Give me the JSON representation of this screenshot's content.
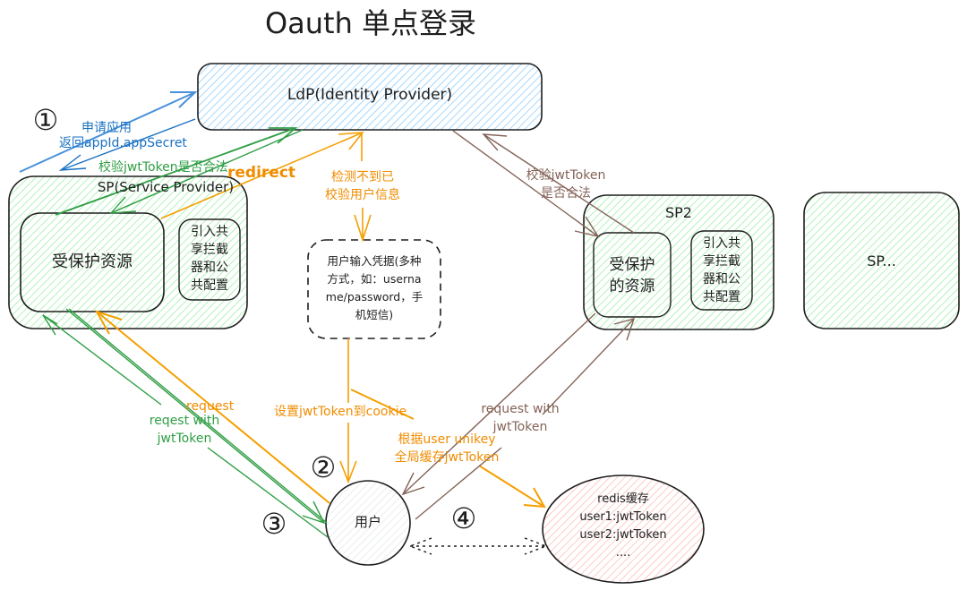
{
  "title": "Oauth 单点登录",
  "colors": {
    "idp_fill": "#a5d8ff",
    "sp_fill": "#b2f2bb",
    "redis_fill": "#ffc9c9",
    "user_fill": "#e9ecef",
    "blue": "#1971c2",
    "green": "#2f9e44",
    "orange": "#f08c00",
    "brown": "#846358",
    "stroke": "#1e1e1e"
  },
  "nodes": {
    "idp": {
      "label": "LdP(Identity Provider)"
    },
    "sp1": {
      "label": "SP(Service Provider)",
      "resource": "受保护资源",
      "interceptor": [
        "引入共",
        "享拦截",
        "器和公",
        "共配置"
      ]
    },
    "sp2": {
      "label": "SP2",
      "resource": [
        "受保护",
        "的资源"
      ],
      "interceptor": [
        "引入共",
        "享拦截",
        "器和公",
        "共配置"
      ]
    },
    "sp_more": {
      "label": "SP..."
    },
    "credentials": {
      "lines": [
        "用户输入凭据(多种",
        "方式，如：userna",
        "me/password，手",
        "机短信)"
      ]
    },
    "user": {
      "label": "用户"
    },
    "redis": {
      "lines": [
        "redis缓存",
        "user1:jwtToken",
        "user2:jwtToken",
        "...."
      ]
    }
  },
  "steps": [
    "①",
    "②",
    "③",
    "④"
  ],
  "edge_labels": {
    "apply": "申请应用",
    "return_app": "返回appId,appSecret",
    "verify_sp1": "校验jwtToken是否合法",
    "redirect": "redirect",
    "not_verified": [
      "检测不到已",
      "校验用户信息"
    ],
    "verify_sp2": [
      "校验jwtToken",
      "是否合法"
    ],
    "set_cookie": "设置jwtToken到cookie",
    "cache": [
      "根据user unikey",
      "全局缓存jwtToken"
    ],
    "request": "request",
    "request_with_token_sp1": [
      "reqest with",
      "jwtToken"
    ],
    "request_with_token_sp2": [
      "request with",
      "jwtToken"
    ]
  }
}
